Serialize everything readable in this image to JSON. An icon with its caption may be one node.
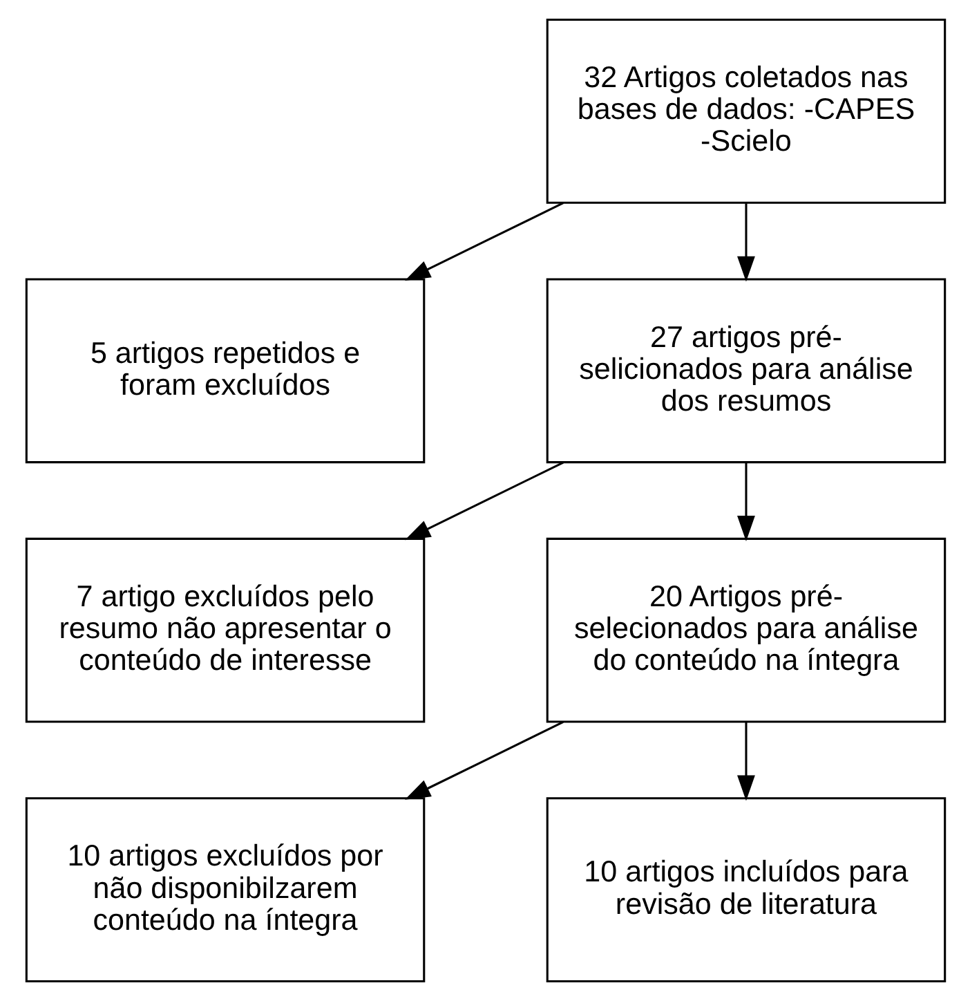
{
  "diagram": {
    "nodes": [
      {
        "text": [
          "32 Artigos coletados nas bases de dados: -CAPES -Scielo"
        ]
      },
      {
        "text": [
          "5 artigos repetidos e foram excluídos"
        ]
      },
      {
        "text": [
          "27 artigos pré-selicionados para análise dos resumos"
        ]
      },
      {
        "text": [
          "7 artigo excluídos pelo resumo não apresentar o conteúdo de interesse"
        ]
      },
      {
        "text": [
          "20 Artigos pré-selecionados para análise do conteúdo na íntegra"
        ]
      },
      {
        "text": [
          "10 artigos excluídos por não disponibilzarem conteúdo na íntegra"
        ]
      },
      {
        "text": [
          "10 artigos incluídos para revisão de literatura"
        ]
      }
    ],
    "edges": [
      {
        "from": 0,
        "to": 2,
        "arrow": "to"
      },
      {
        "from": 0,
        "to": 1,
        "arrow": "to"
      },
      {
        "from": 2,
        "to": 4,
        "arrow": "to"
      },
      {
        "from": 2,
        "to": 3,
        "arrow": "to"
      },
      {
        "from": 4,
        "to": 6,
        "arrow": "to"
      },
      {
        "from": 4,
        "to": 5,
        "arrow": "to"
      }
    ]
  }
}
